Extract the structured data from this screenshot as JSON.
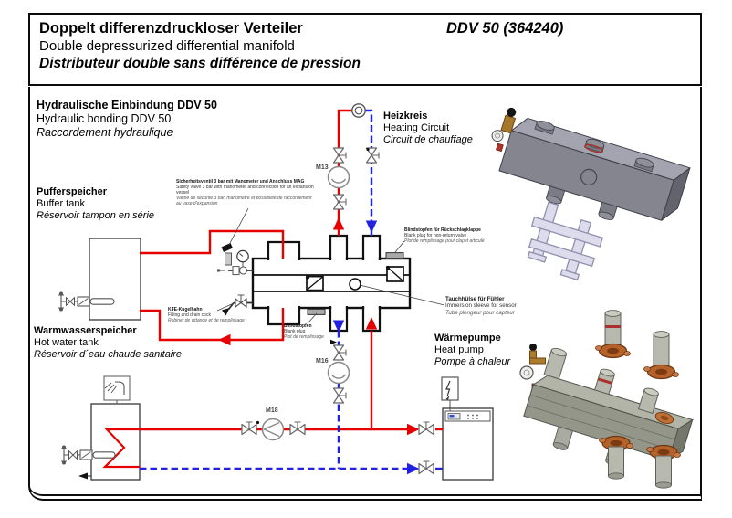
{
  "header": {
    "title_de": "Doppelt differenzdruckloser Verteiler",
    "title_en": "Double depressurized differential manifold",
    "title_fr": "Distributeur double sans différence de pression",
    "model": "DDV 50  (364240)"
  },
  "section": {
    "de": "Hydraulische Einbindung DDV 50",
    "en": "Hydraulic bonding DDV 50",
    "fr": "Raccordement hydraulique"
  },
  "components": {
    "buffer_tank": {
      "de": "Pufferspeicher",
      "en": "Buffer tank",
      "fr": "Réservoir tampon en série"
    },
    "hot_water_tank": {
      "de": "Warmwasserspeicher",
      "en": "Hot water tank",
      "fr": "Réservoir d´eau chaude sanitaire"
    },
    "heating_circuit": {
      "de": "Heizkreis",
      "en": "Heating Circuit",
      "fr": "Circuit de chauffage"
    },
    "heat_pump": {
      "de": "Wärmepumpe",
      "en": "Heat pump",
      "fr": "Pompe à chaleur"
    }
  },
  "annotations": {
    "safety_valve": {
      "de": "Sicherheitsventil 3 bar mit Manometer und Anschluss MAG",
      "en": "Safety valve 3 bar with manometer and connection for an expansion vessel",
      "fr": "Vanne de sécurité 3 bar, manomètre et possibilité de raccordement au vase d'expansion"
    },
    "blank_plug_check_valve": {
      "de": "Blindstopfen für Rückschlagklappe",
      "en": "Blank plug for non-return valve",
      "fr": "Plot de remplissage pour clapet articulé"
    },
    "immersion_sleeve": {
      "de": "Tauchhülse für Fühler",
      "en": "Immersion sleeve for sensor",
      "fr": "Tube plongeur pour capteur"
    },
    "fill_drain_cock": {
      "de": "KFE-Kugelhahn",
      "en": "Filling and drain cock",
      "fr": "Robinet de vidange et de remplissage"
    },
    "blank_plug": {
      "de": "Blindstopfen",
      "en": "Blank plug",
      "fr": "Plot de remplissage"
    }
  },
  "pumps": {
    "m13": "M13",
    "m16": "M16",
    "m18": "M18"
  },
  "colors": {
    "flow": "#e60000",
    "return": "#2222e0"
  }
}
